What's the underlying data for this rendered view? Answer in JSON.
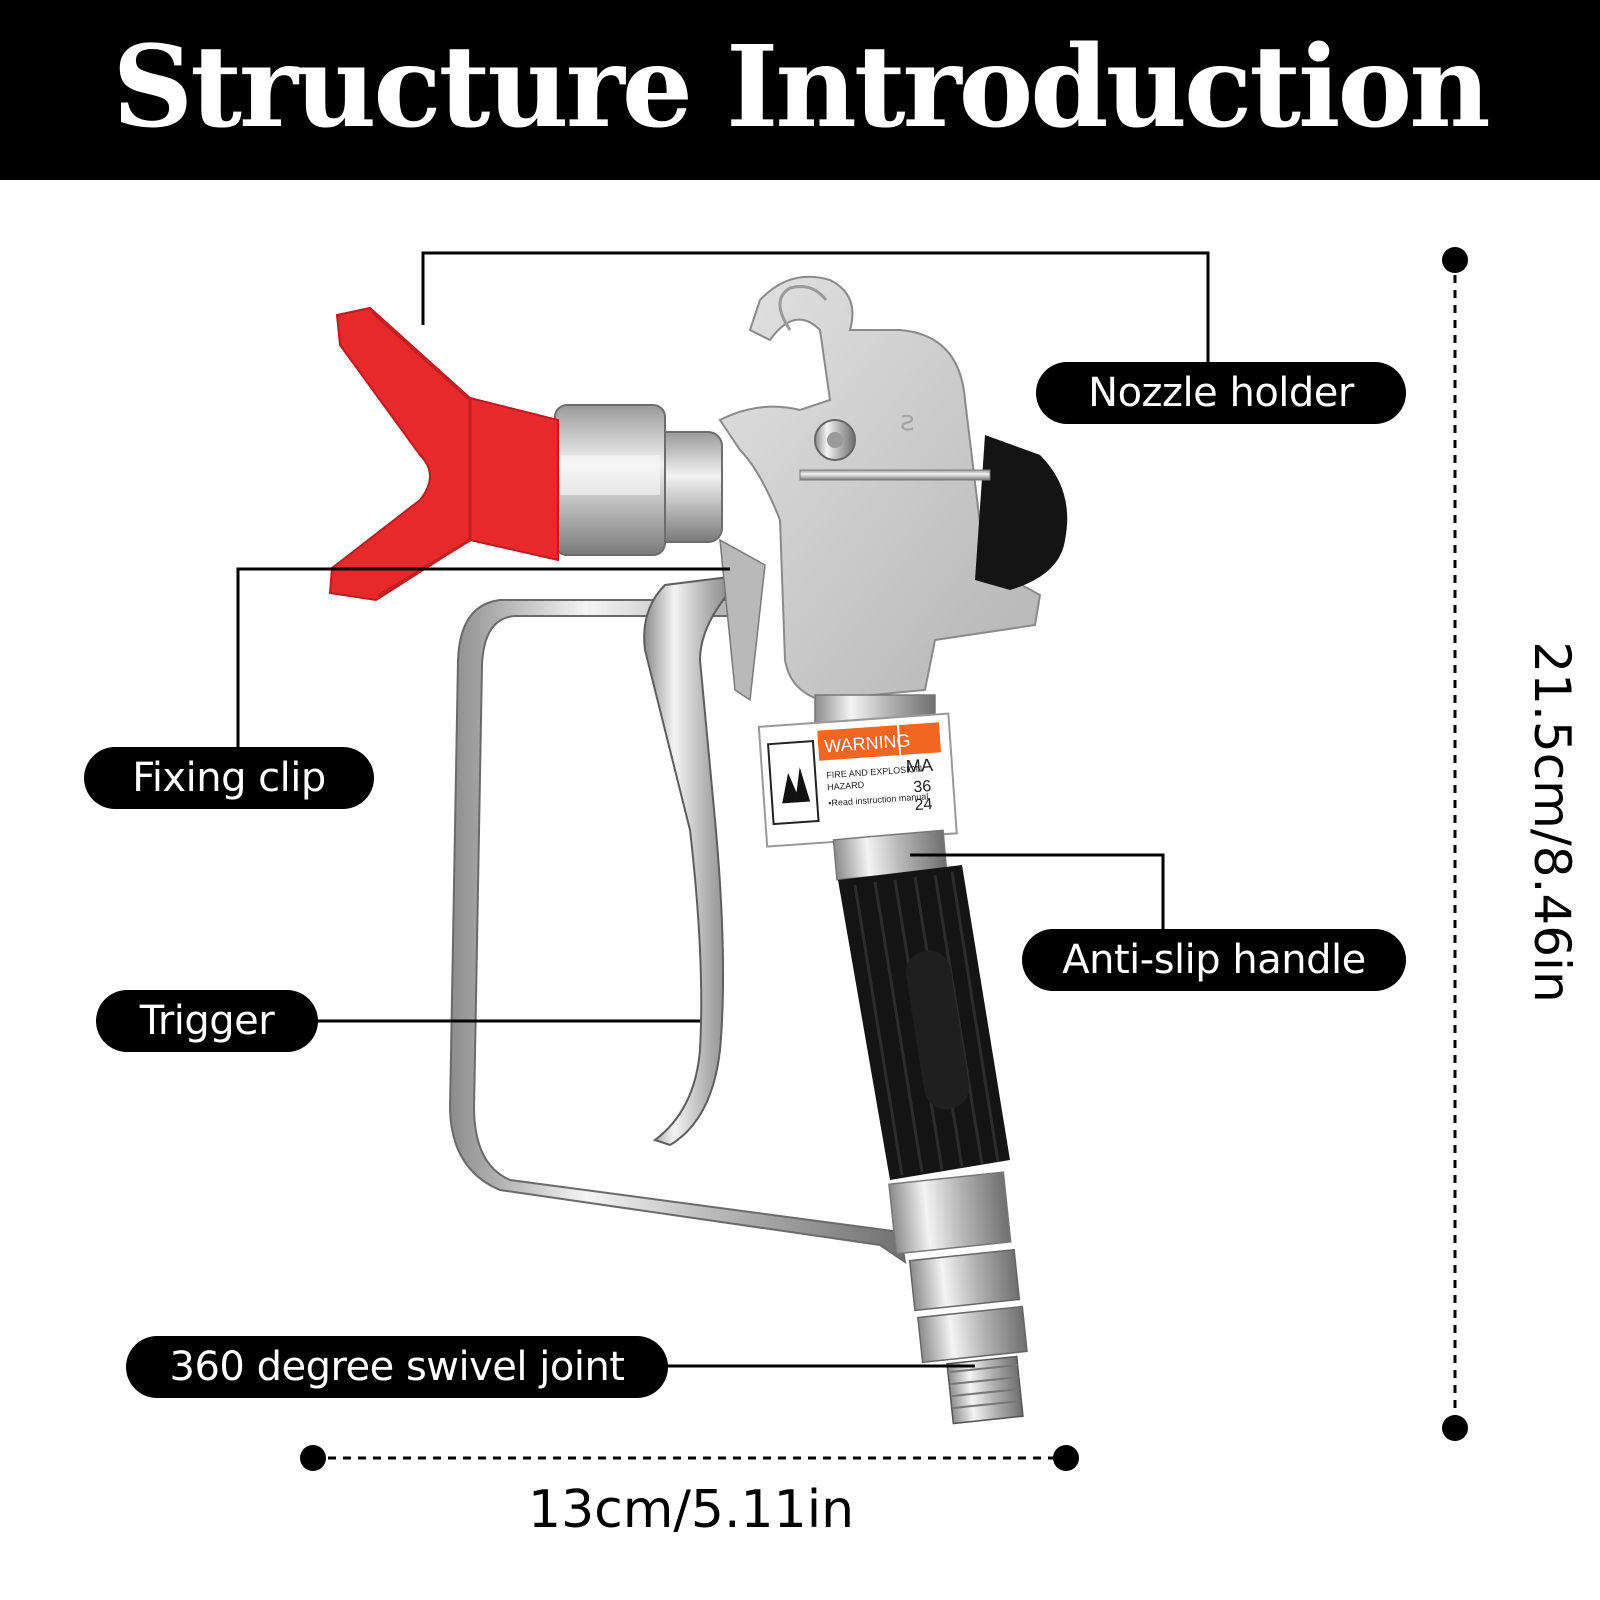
{
  "header": {
    "title": "Structure Introduction"
  },
  "callouts": {
    "nozzle_holder": "Nozzle holder",
    "fixing_clip": "Fixing clip",
    "anti_slip_handle": "Anti-slip handle",
    "trigger": "Trigger",
    "swivel_joint": "360 degree swivel joint"
  },
  "dimensions": {
    "width": "13cm/5.11in",
    "height": "21.5cm/8.46in"
  },
  "warning_label": {
    "heading": "WARNING",
    "line1": "FIRE AND EXPLOSION",
    "line2": "HAZARD",
    "line3": "•Read instruction manual",
    "side": "MA",
    "side2": "36",
    "side3": "24"
  },
  "colors": {
    "header_bg": "#000000",
    "tip_guard": "#e8292c",
    "grip": "#111111",
    "metal": "#c9c9c9",
    "warning_orange": "#f26522"
  }
}
